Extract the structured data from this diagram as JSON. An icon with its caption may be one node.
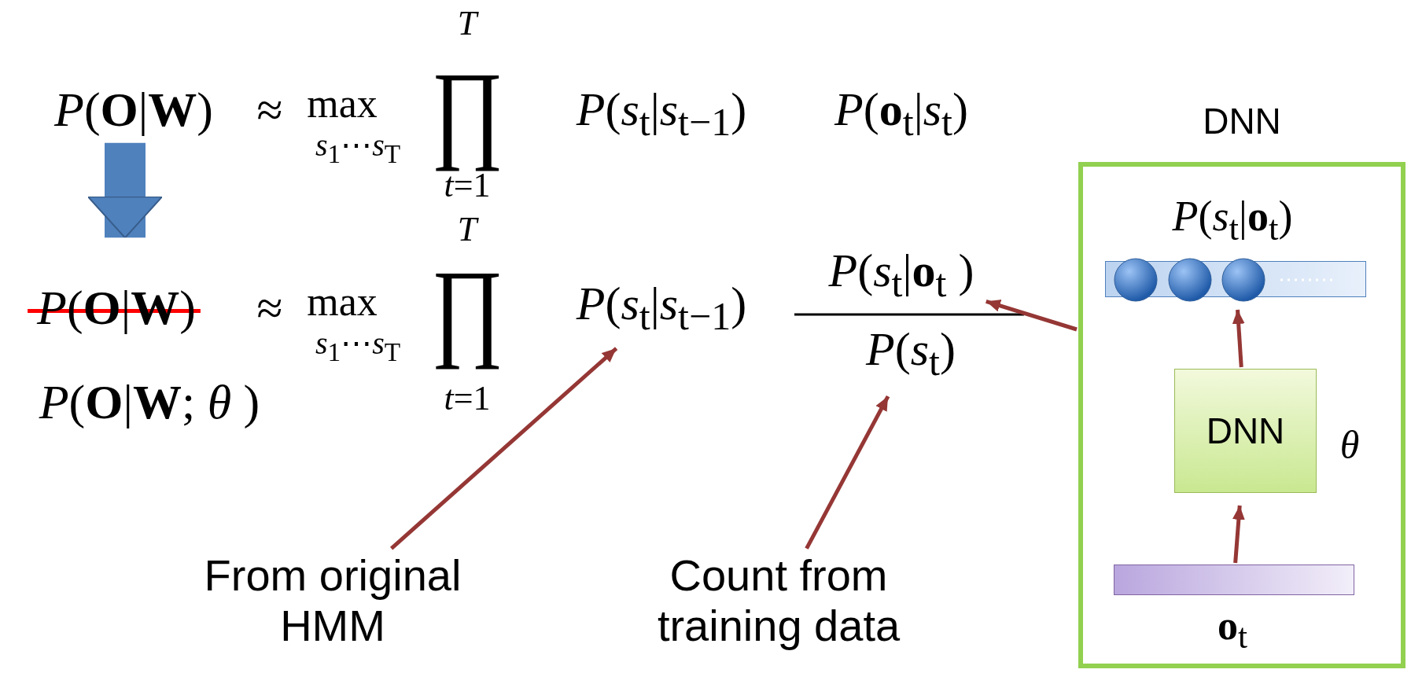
{
  "diagram": {
    "nodes": [
      {
        "text": [
          "*P*(**O**|**W**)"
        ]
      },
      {
        "text": [
          "*P*(**O**|**W**)"
        ]
      },
      {
        "text": [
          "*P*(**O**|**W**; *θ* )"
        ]
      },
      {
        "text": [
          "*P*(*s*$_{t}$|*s*$_{t−1}$)"
        ]
      },
      {
        "text": [
          "*P*(*s*$_{t}$|**o**$_{t}$ )"
        ]
      },
      {
        "text": [
          "*P*(*s*$_{t}$)"
        ]
      },
      {
        "text": [
          "From original HMM"
        ]
      },
      {
        "text": [
          "Count from training data"
        ]
      },
      {
        "text": [
          "DNN"
        ]
      },
      {
        "text": [],
        "shape": "bar",
        "in": 8,
        "beside": [
          "*P*(*s*$_{t}$|**o**$_{t}$)"
        ]
      },
      {
        "text": [
          "DNN"
        ],
        "in": 8,
        "beside": [
          "*θ*"
        ]
      },
      {
        "text": [],
        "shape": "bar",
        "in": 8,
        "beside": [
          "**o**$_{t}$"
        ]
      }
    ],
    "edges": [
      {
        "from": 0,
        "to": 1,
        "arrow": "to",
        "style": "thick",
        "color": "#4f81bd"
      },
      {
        "from": 6,
        "to": 3,
        "arrow": "to"
      },
      {
        "from": 7,
        "to": 5,
        "arrow": "to"
      },
      {
        "from": 8,
        "to": 4,
        "arrow": "to"
      },
      {
        "from": 11,
        "to": 10,
        "arrow": "to"
      },
      {
        "from": 10,
        "to": 9,
        "arrow": "to"
      }
    ],
    "labels": [
      "≈",
      "max",
      "*s*$_{1}$⋯*s*$_{T}$",
      "*T*",
      "∏",
      "*t*=1",
      "*P*(*s*$_{t}$|*s*$_{t−1}$)",
      "*P*(**o**$_{t}$|*s*$_{t}$)",
      "≈",
      "max",
      "*s*$_{1}$⋯*s*$_{T}$",
      "*T*",
      "∏",
      "*t*=1"
    ]
  }
}
